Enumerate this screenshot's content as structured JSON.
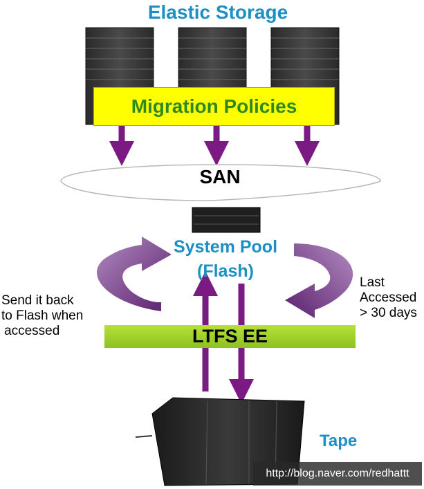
{
  "title": "Elastic Storage",
  "migration_label": "Migration Policies",
  "network_label": "SAN",
  "pool": {
    "line1": "System Pool",
    "line2": "(Flash)"
  },
  "software_label": "LTFS EE",
  "tape_label": "Tape",
  "recall_note": {
    "line1": "Send it back",
    "line2": "to Flash when",
    "line3": "accessed"
  },
  "migrate_note": {
    "line1": "Last",
    "line2": "Accessed",
    "line3": "> 30 days"
  },
  "watermark": "http://blog.naver.com/redhattt",
  "colors": {
    "title_blue": "#1c8fc4",
    "arrow_purple": "#7a1a82",
    "policy_yellow": "#ffff00",
    "policy_text_green": "#2e8a1e",
    "ltfs_green": "#9acd32"
  },
  "icons": [
    "server-rack-icon",
    "storage-enclosure-icon",
    "tape-library-icon"
  ]
}
